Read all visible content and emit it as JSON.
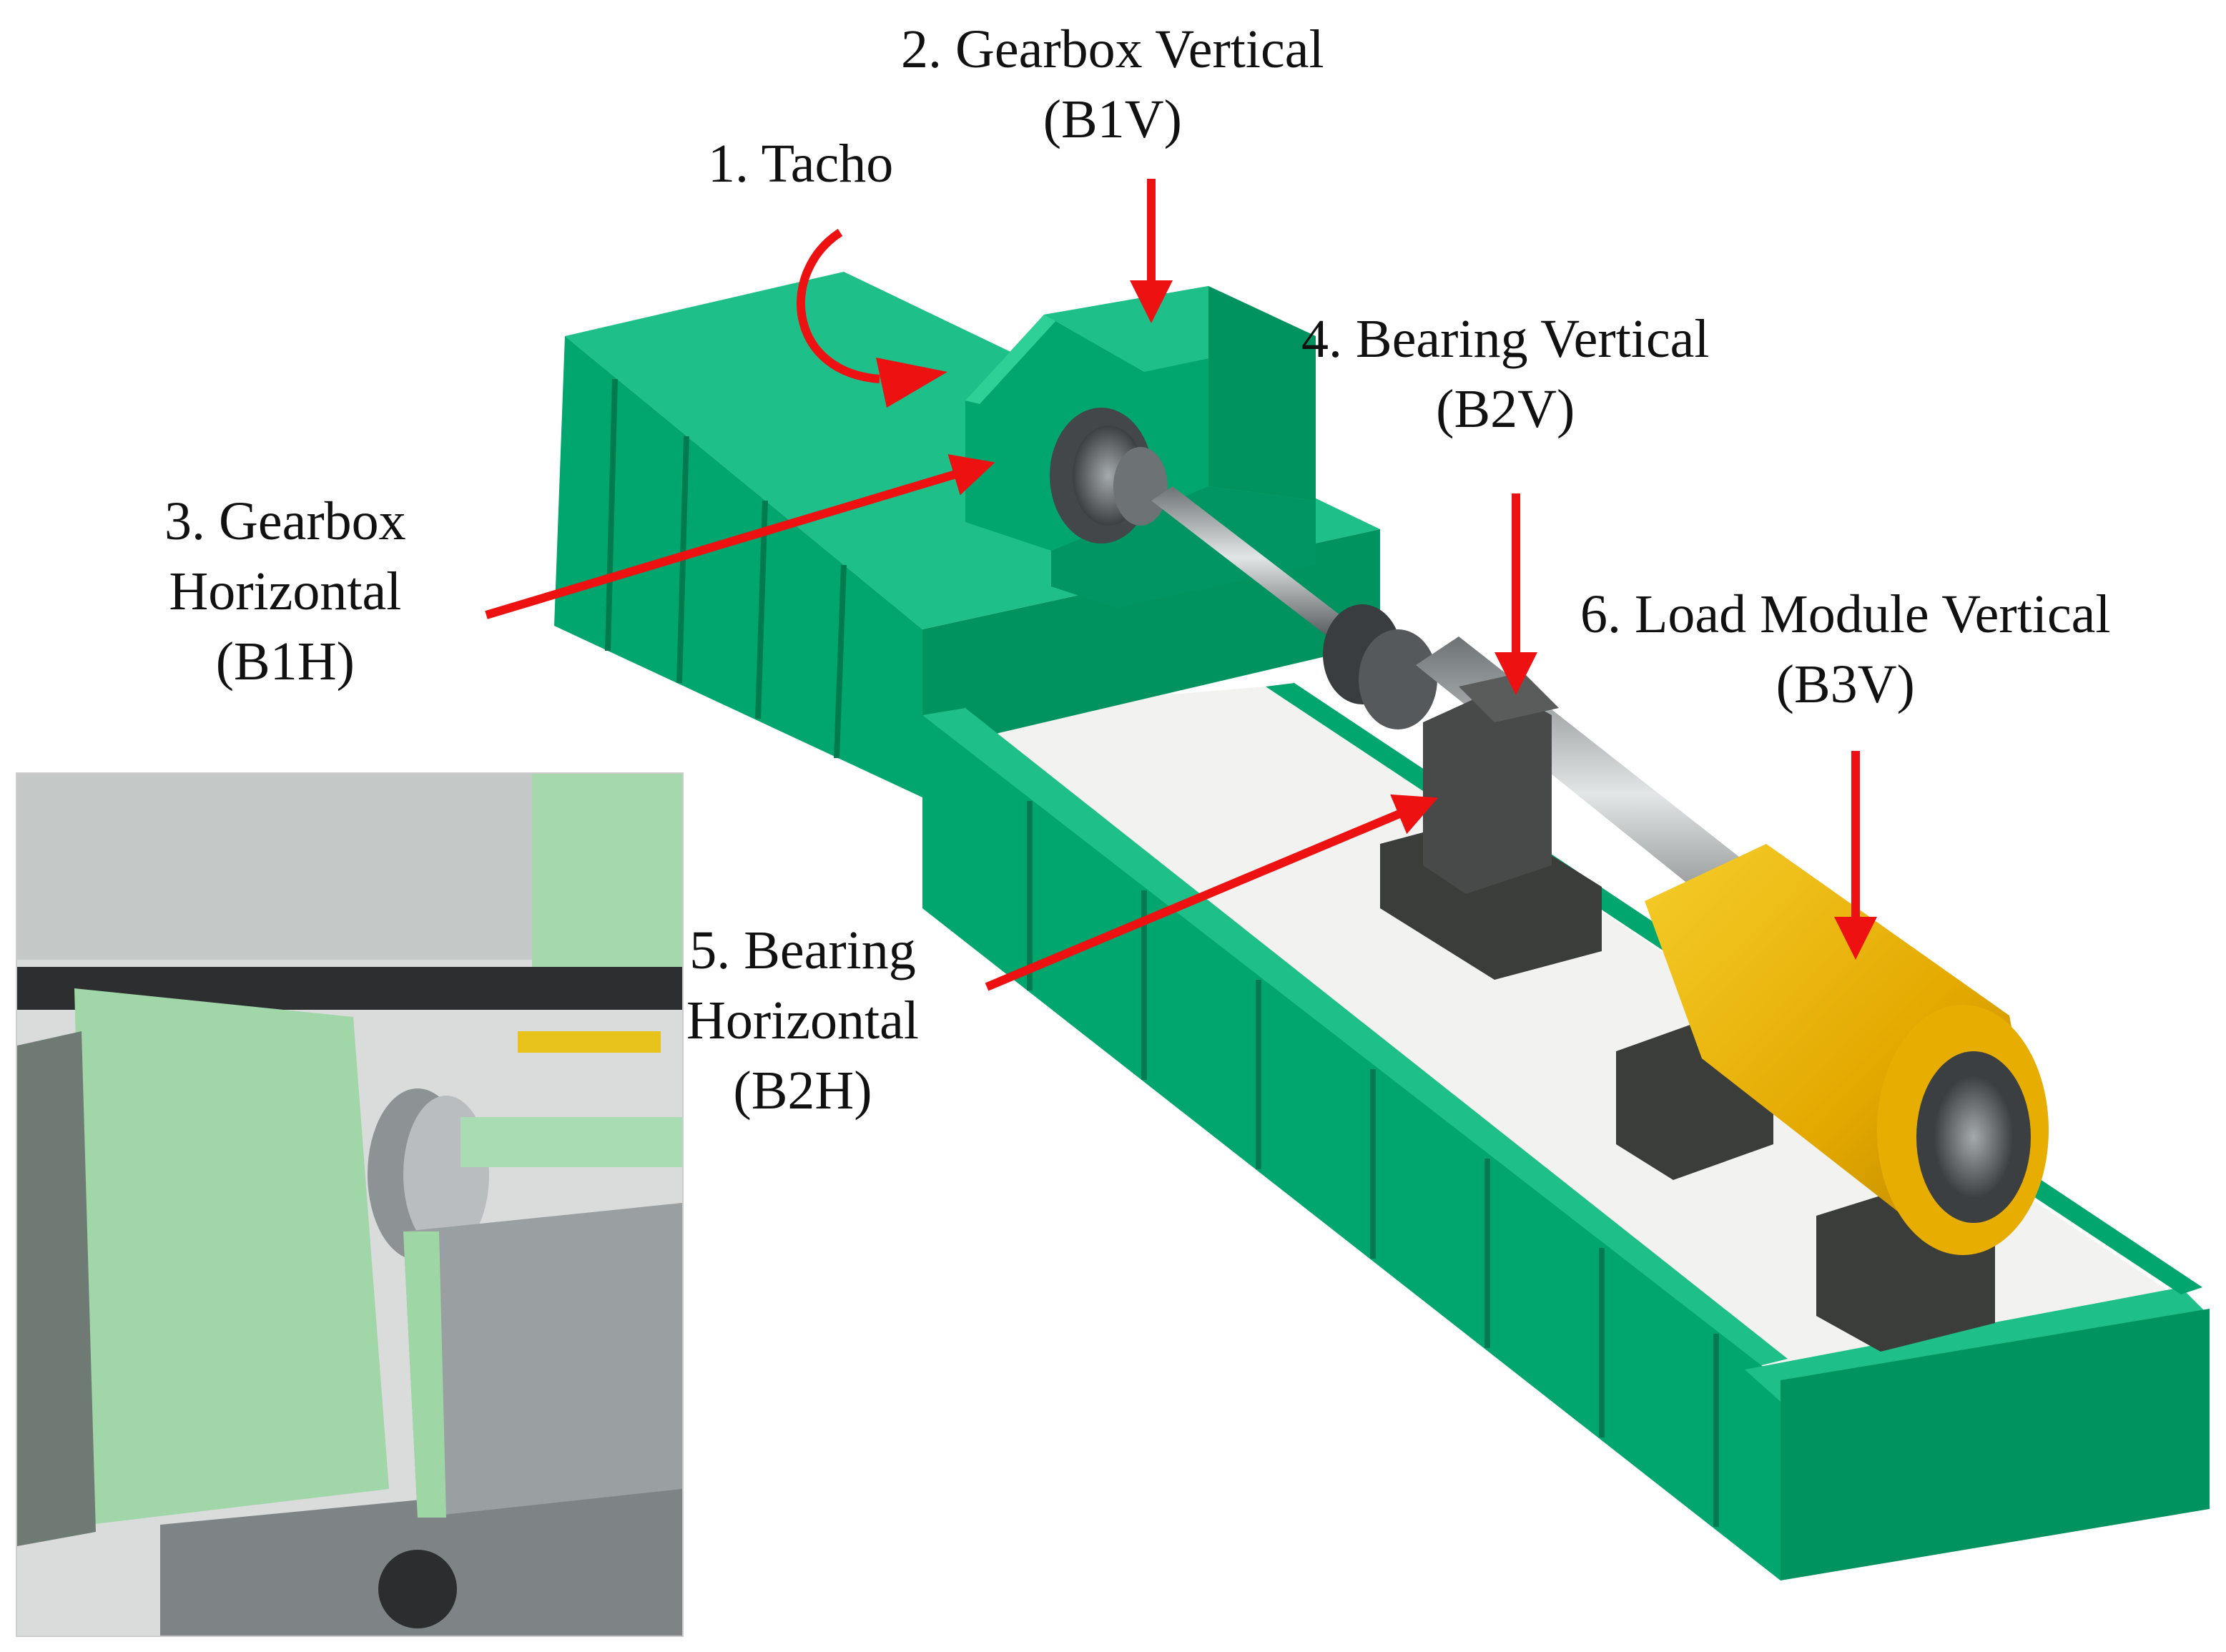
{
  "labels": {
    "tacho": {
      "line1": "1. Tacho"
    },
    "gearbox_vertical": {
      "line1": "2. Gearbox Vertical",
      "line2": "(B1V)"
    },
    "gearbox_horizontal": {
      "line1": "3. Gearbox",
      "line2": "Horizontal",
      "line3": "(B1H)"
    },
    "bearing_vertical": {
      "line1": "4. Bearing Vertical",
      "line2": "(B2V)"
    },
    "bearing_horizontal": {
      "line1": "5. Bearing",
      "line2": "Horizontal",
      "line3": "(B2H)"
    },
    "load_module_vertical": {
      "line1": "6. Load Module Vertical",
      "line2": "(B3V)"
    }
  },
  "colors": {
    "frame_green": "#00a66e",
    "frame_green_dark": "#007f52",
    "frame_green_light": "#1fc08a",
    "arrow_red": "#ee1111",
    "load_module_yellow": "#f0b800",
    "bearing_block_gray": "#3b3d3b",
    "shaft_steel": "#9aa0a2",
    "photo_green": "#9fd6a6"
  },
  "icons": {
    "tacho": "curved-rotation-arrow",
    "sensors": "red-arrow"
  }
}
